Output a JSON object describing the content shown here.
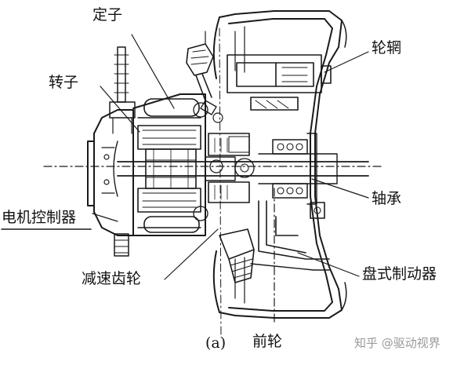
{
  "labels": {
    "stator": "定子",
    "rotor": "转子",
    "motor_controller": "电机控制器",
    "reducer_gear": "减速齿轮",
    "rim": "轮辋",
    "bearing": "轴承",
    "disc_brake": "盘式制动器"
  },
  "caption": {
    "marker": "(a)",
    "text": "前轮"
  },
  "watermark": "知乎 @驱动视界",
  "colors": {
    "line": "#1a1a1a",
    "background": "#ffffff",
    "watermark": "#9a9a9a"
  }
}
